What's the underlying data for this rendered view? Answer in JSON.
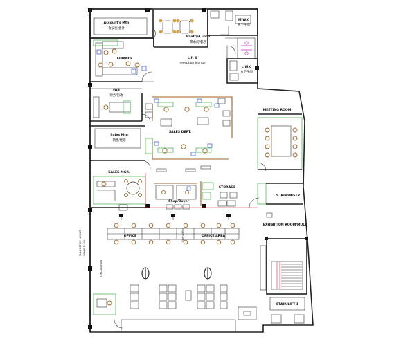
{
  "rooms": {
    "accounts": {
      "name": "Account's Mtn",
      "sub": "会议室/会计"
    },
    "pantry": {
      "name": "Pantry/Lunch",
      "sub": "茶水间/餐厅"
    },
    "mtoilet": {
      "name": "M.W.C",
      "sub": "男卫生间"
    },
    "finance": {
      "name": "FINANCE"
    },
    "lobby": {
      "name": "Lift &",
      "sub": "reception lounge"
    },
    "ftoilet": {
      "name": "L.W.C",
      "sub": "女卫生间"
    },
    "fab": {
      "name": "FAB",
      "sub": "财务/行政"
    },
    "sales_dept": {
      "name": "SALES DEPT."
    },
    "meeting_top": {
      "name": "MEETING ROOM"
    },
    "sales_mtn": {
      "name": "Sales Mtn",
      "sub": "销售/经理"
    },
    "sales_mgr": {
      "name": "SALES MGR."
    },
    "storage": {
      "name": "STORAGE"
    },
    "shop_buyer": {
      "name": "Shop/Buyer"
    },
    "s_room": {
      "name": "S. ROOM/STR"
    },
    "exhibition": {
      "name": "EXHIBITION ROOM/MULTI"
    },
    "stair": {
      "name": "STAIR/LIFT 1"
    }
  },
  "desk_labels": {
    "left": "OFFICE",
    "right": "OFFICE AREA",
    "vertical": "Open office"
  },
  "side_note": {
    "line1": "FULL OFFICE LAYOUT",
    "line2": "SCALE 1:100",
    "line3": "CIRCULATION"
  }
}
